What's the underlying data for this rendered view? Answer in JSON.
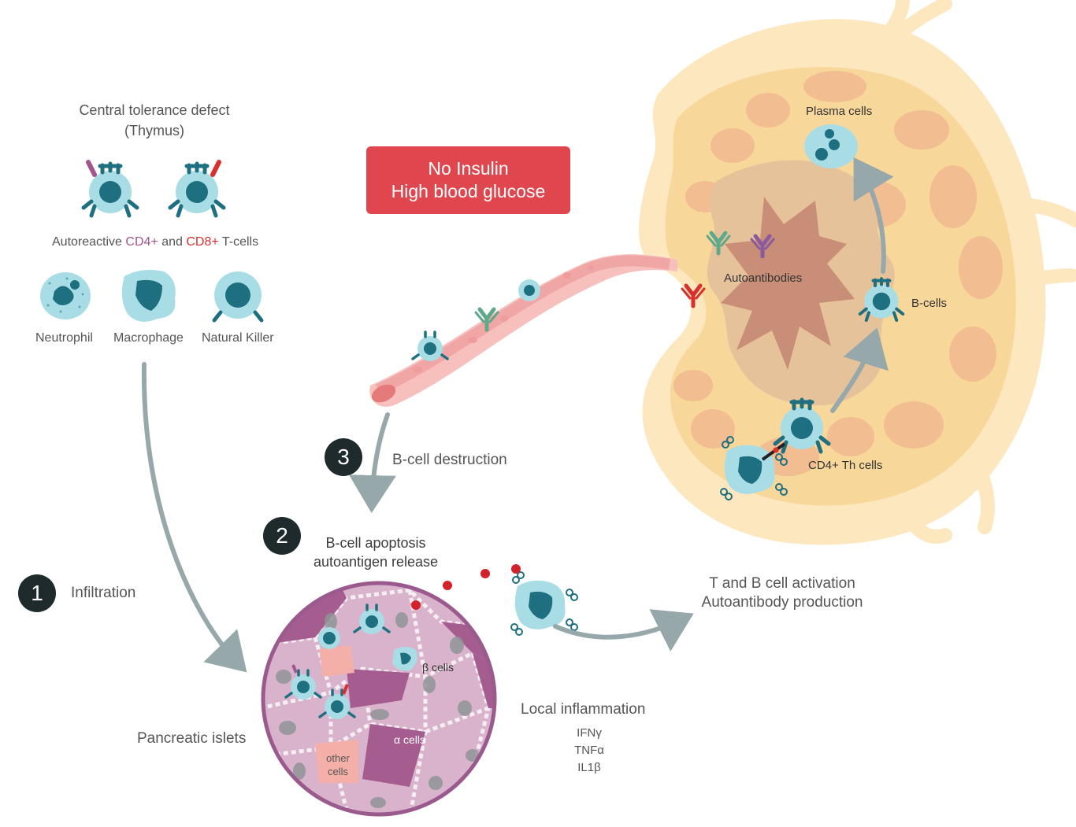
{
  "banner": {
    "line1": "No Insulin",
    "line2": "High blood glucose"
  },
  "thymus": {
    "title_line1": "Central tolerance defect",
    "title_line2": "(Thymus)"
  },
  "tcells_caption": {
    "prefix": "Autoreactive",
    "cd4": "CD4+",
    "middle": "and",
    "cd8": "CD8+",
    "suffix": "T-cells"
  },
  "immune_cells": {
    "neutrophil": "Neutrophil",
    "macrophage": "Macrophage",
    "natural_killer": "Natural Killer"
  },
  "steps": {
    "one": {
      "number": "1",
      "label": "Infiltration"
    },
    "two": {
      "number": "2",
      "line1": "B-cell apoptosis",
      "line2": "autoantigen release"
    },
    "three": {
      "number": "3",
      "label": "B-cell destruction"
    }
  },
  "lymph_node": {
    "plasma_cells": "Plasma cells",
    "autoantibodies": "Autoantibodies",
    "b_cells": "B-cells",
    "cd4_th_cells": "CD4+ Th cells"
  },
  "activation": {
    "line1": "T and B cell activation",
    "line2": "Autoantibody production"
  },
  "islet": {
    "title": "Pancreatic islets",
    "beta_cells": "β cells",
    "alpha_cells": "α cells",
    "other_cells_line1": "other",
    "other_cells_line2": "cells"
  },
  "inflammation": {
    "title": "Local inflammation",
    "cytokines": [
      "IFNγ",
      "TNFα",
      "IL1β"
    ]
  },
  "colors": {
    "teal": "#1e6f7f",
    "cell_light": "#a9dde6",
    "node_outer": "#fde7bf",
    "node_inner": "#f8d79a",
    "vessel": "#f2a4a4",
    "banner": "#e0464e",
    "arrow": "#97a8ab",
    "islet_rim": "#9b5a8e"
  }
}
